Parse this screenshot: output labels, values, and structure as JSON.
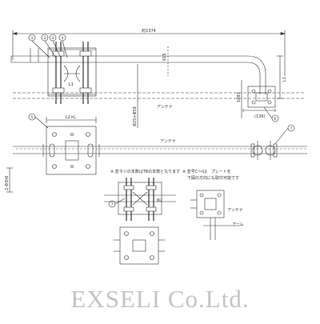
{
  "drawing": {
    "overall_dimension": "約1374",
    "dim_615": "615",
    "dim_L1": "L1",
    "dim_1083": "1083",
    "dim_136": "(136)",
    "pipe_dia_label": "Φ25×Φ58",
    "dim_L2xL": "L2×L",
    "dim_2x3h6": "2-Φ3h6",
    "dim_phi2": "Φ2",
    "antenna_label_top": "アンテナ",
    "antenna_label_mid": "アンテナ",
    "antenna_label_detail": "アンテナ",
    "arm_label": "アーム",
    "note_1": "※ 変ネジの本数はTBの本数となります",
    "note_2_line1": "※ 変号C～Ⅰは　プレートを",
    "note_2_line2": "下図の方向にも取付可能です",
    "part_markers": [
      "1",
      "2",
      "3",
      "4",
      "5",
      "6",
      "7",
      "7"
    ],
    "dim_L1_small": "L1"
  },
  "watermark": "EXSELI Co.Ltd."
}
